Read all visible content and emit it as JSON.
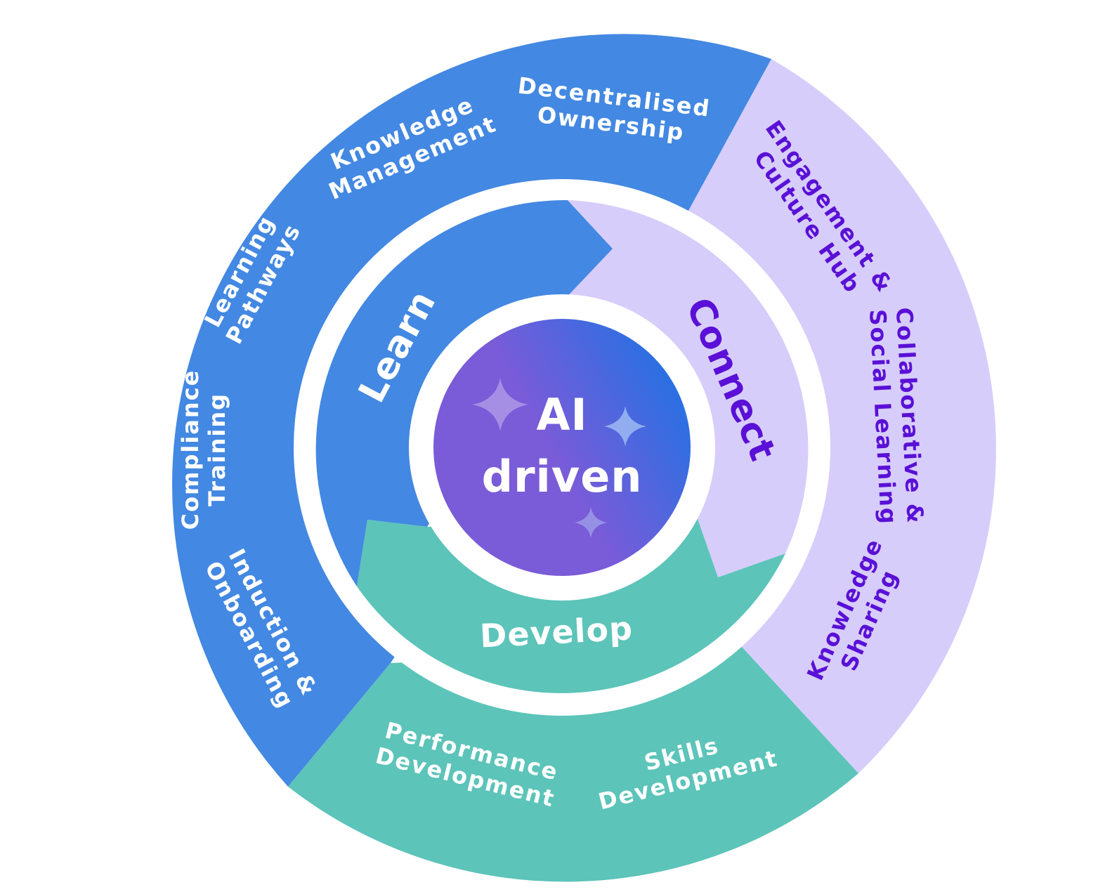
{
  "center": {
    "line1": "AI",
    "line2": "driven"
  },
  "segments": {
    "learn": {
      "label": "Learn",
      "items": [
        [
          "Decentralised",
          "Ownership"
        ],
        [
          "Knowledge",
          "Management"
        ],
        [
          "Learning",
          "Pathways"
        ],
        [
          "Compliance",
          "Training"
        ],
        [
          "Induction &",
          "Onboarding"
        ]
      ]
    },
    "connect": {
      "label": "Connect",
      "items": [
        [
          "Engagement &",
          "Culture Hub"
        ],
        [
          "Collaborative &",
          "Social Learning"
        ],
        [
          "Knowledge",
          "Sharing"
        ]
      ]
    },
    "develop": {
      "label": "Develop",
      "items": [
        [
          "Performance",
          "Development"
        ],
        [
          "Skills",
          "Development"
        ]
      ]
    }
  },
  "colors": {
    "learn": "#4388e2",
    "connect": "#d7cdfb",
    "develop": "#5cc4b9",
    "connect_text": "#5a10d6",
    "white": "#ffffff",
    "core_start": "#7a5bd8",
    "core_end": "#1e73e4"
  }
}
